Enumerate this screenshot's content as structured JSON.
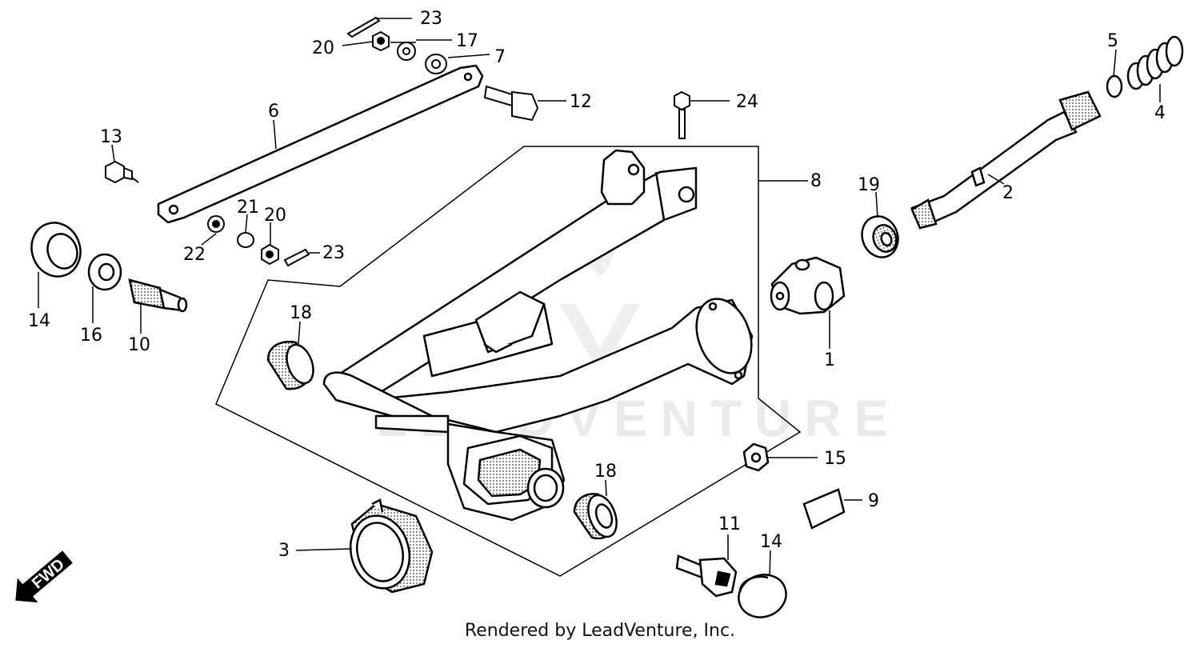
{
  "watermark": "LEADVENTURE",
  "direction_label": "FWD",
  "footer_text": "Rendered by LeadVenture, Inc.",
  "callouts": {
    "c1": "1",
    "c2": "2",
    "c3": "3",
    "c4": "4",
    "c5": "5",
    "c6": "6",
    "c7": "7",
    "c8": "8",
    "c9": "9",
    "c10": "10",
    "c11": "11",
    "c12": "12",
    "c13": "13",
    "c14a": "14",
    "c14b": "14",
    "c15": "15",
    "c16": "16",
    "c17": "17",
    "c18a": "18",
    "c18b": "18",
    "c19": "19",
    "c20a": "20",
    "c20b": "20",
    "c21": "21",
    "c22": "22",
    "c23a": "23",
    "c23b": "23",
    "c24": "24"
  }
}
